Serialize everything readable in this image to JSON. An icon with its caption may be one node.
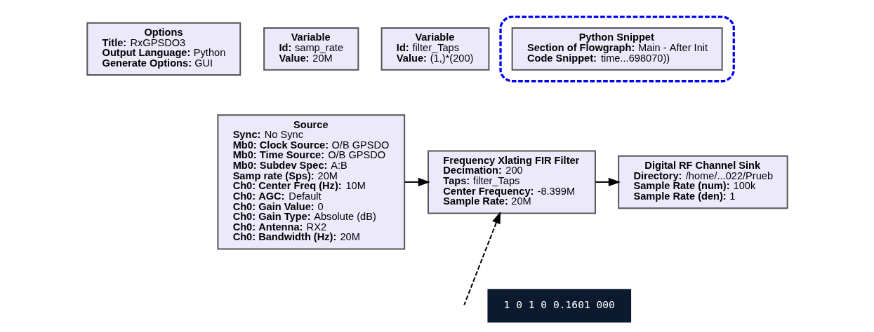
{
  "diagram": {
    "nodes": [
      {
        "text": [
          "Options",
          "**Title:** RxGPSDO3",
          "**Output Language:** Python",
          "**Generate Options:** GUI"
        ]
      },
      {
        "text": [
          "Variable",
          "**Id:** samp_rate",
          "**Value:** 20M"
        ]
      },
      {
        "text": [],
        "shape": "box"
      },
      {
        "text": [
          "Python Snippet",
          "**Section of Flowgraph:** Main - After Init",
          "**Code Snippet:** time...698070))"
        ],
        "in": 2
      },
      {
        "text": [
          "Variable",
          "**Id:** filter_Taps",
          "**Value:** (1,)*(200)"
        ]
      },
      {
        "text": [
          "Source",
          "**Sync:** No Sync",
          "**Mb0: Clock Source:** O/B GPSDO",
          "**Mb0: Time Source:** O/B GPSDO",
          "**Mb0: Subdev Spec:** A:B",
          "**Samp rate (Sps):** 20M",
          "**Ch0: Center Freq (Hz):** 10M",
          "**Ch0: AGC:** Default",
          "**Ch0: Gain Value:** 0",
          "**Ch0: Gain Type:** Absolute (dB)",
          "**Ch0: Antenna:** RX2",
          "**Ch0: Bandwidth (Hz):** 20M"
        ]
      },
      {
        "text": [
          "Frequency Xlating FIR Filter",
          "**Decimation:** 200",
          "**Taps:** filter_Taps",
          "**Center Frequency:** -8.399M",
          "**Sample Rate:** 20M"
        ]
      },
      {
        "text": [
          "Digital RF Channel Sink",
          "**Directory:** /home/...022/Prueb",
          "**Sample Rate (num):** 100k",
          "**Sample Rate (den):** 1"
        ]
      }
    ],
    "edges": [
      {
        "from": 5,
        "to": 6,
        "arrow": "to"
      },
      {
        "from": null,
        "to": 6,
        "arrow": "to",
        "style": "dashed"
      },
      {
        "from": 6,
        "to": 7,
        "arrow": "to"
      }
    ],
    "labels": [
      "1 0 1 0 0.1601 000"
    ]
  }
}
